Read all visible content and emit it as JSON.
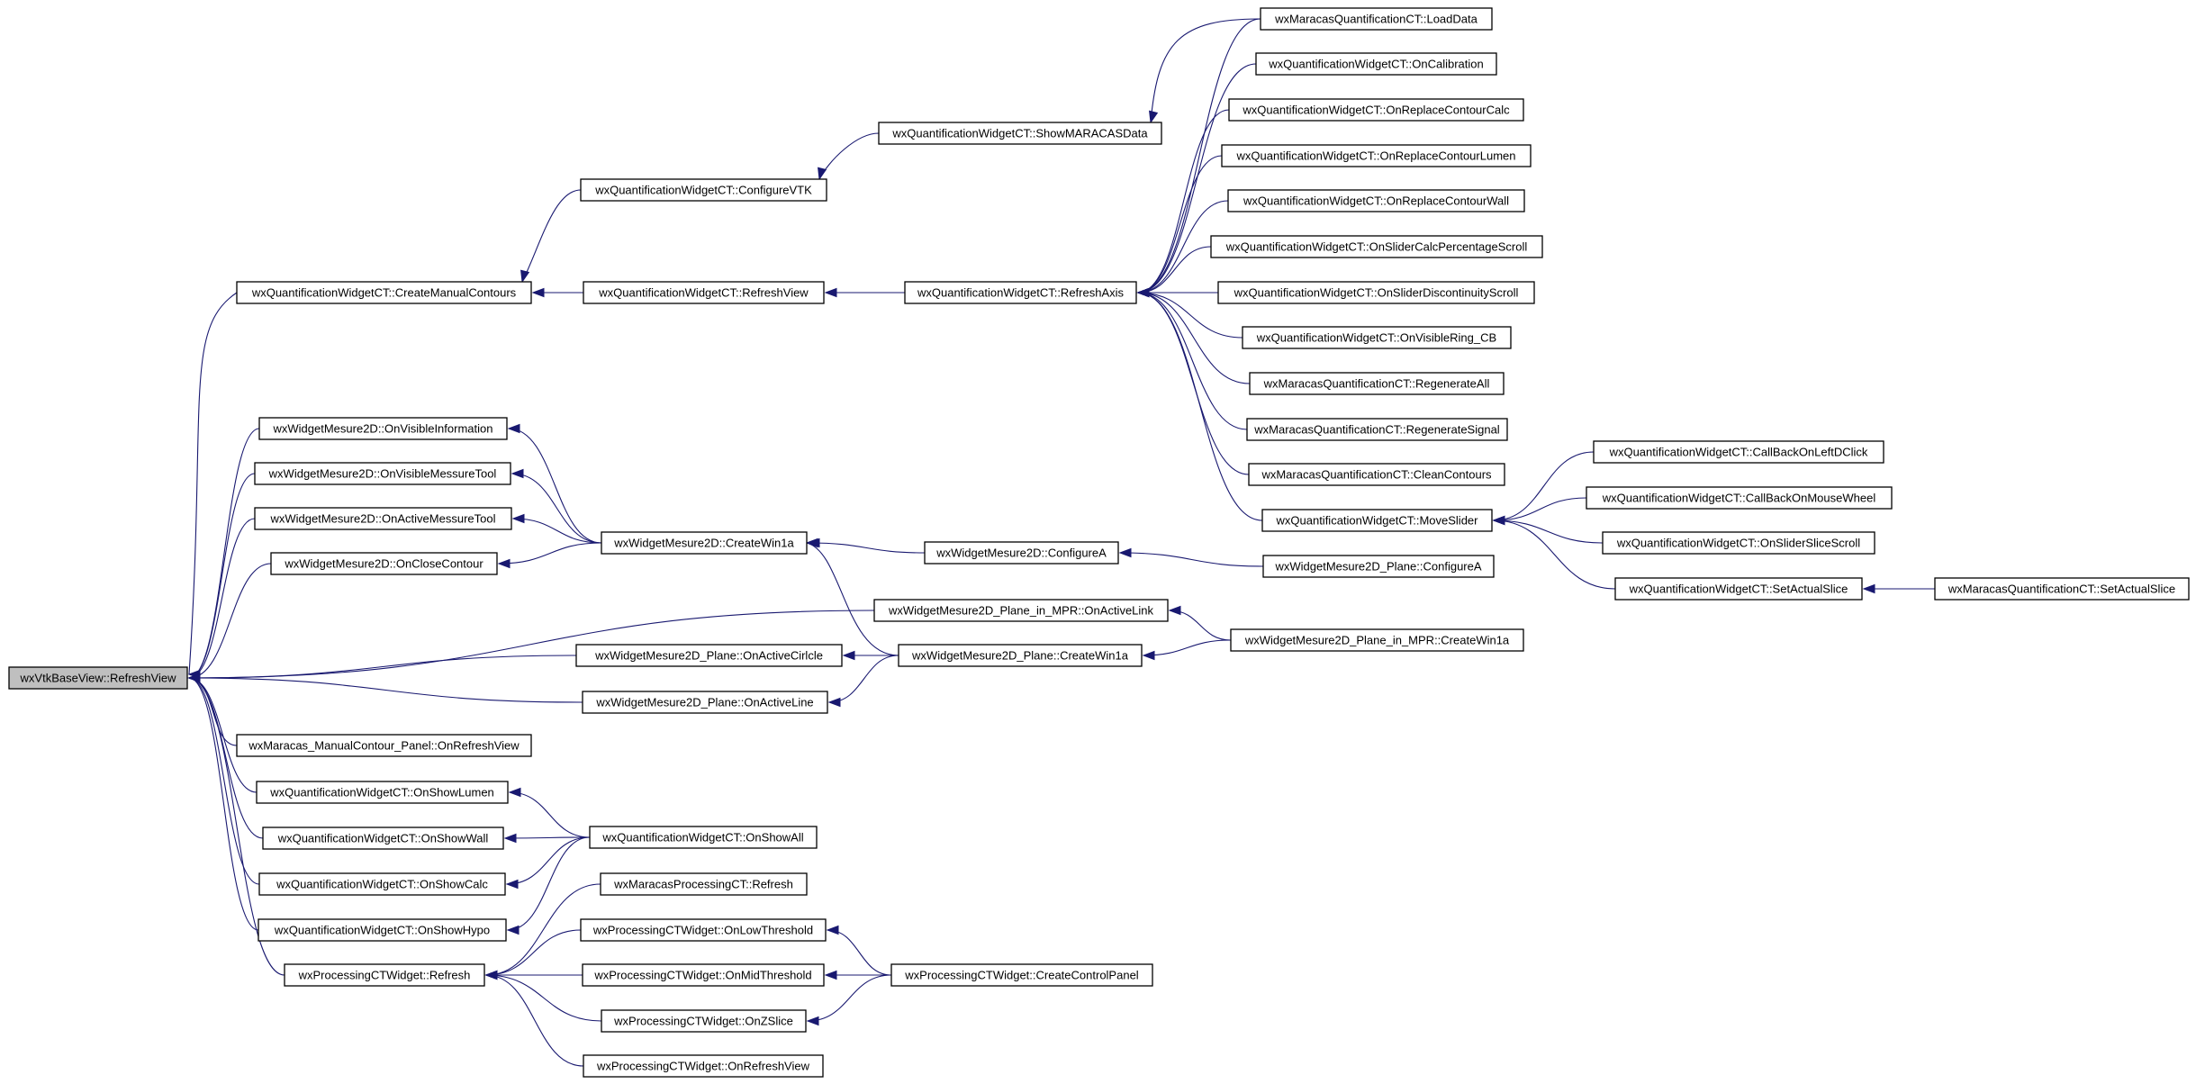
{
  "graph": {
    "nodes": [
      {
        "id": "root",
        "label": "wxVtkBaseView::RefreshView",
        "root": true
      },
      {
        "id": "createManualContours",
        "label": "wxQuantificationWidgetCT::CreateManualContours"
      },
      {
        "id": "configureVTK",
        "label": "wxQuantificationWidgetCT::ConfigureVTK"
      },
      {
        "id": "refreshViewQ",
        "label": "wxQuantificationWidgetCT::RefreshView"
      },
      {
        "id": "showMARACAS",
        "label": "wxQuantificationWidgetCT::ShowMARACASData"
      },
      {
        "id": "refreshAxis",
        "label": "wxQuantificationWidgetCT::RefreshAxis"
      },
      {
        "id": "loadData",
        "label": "wxMaracasQuantificationCT::LoadData"
      },
      {
        "id": "onCalibration",
        "label": "wxQuantificationWidgetCT::OnCalibration"
      },
      {
        "id": "onReplaceCalc",
        "label": "wxQuantificationWidgetCT::OnReplaceContourCalc"
      },
      {
        "id": "onReplaceLumen",
        "label": "wxQuantificationWidgetCT::OnReplaceContourLumen"
      },
      {
        "id": "onReplaceWall",
        "label": "wxQuantificationWidgetCT::OnReplaceContourWall"
      },
      {
        "id": "onSliderCalcPct",
        "label": "wxQuantificationWidgetCT::OnSliderCalcPercentageScroll"
      },
      {
        "id": "onSliderDisc",
        "label": "wxQuantificationWidgetCT::OnSliderDiscontinuityScroll"
      },
      {
        "id": "onVisibleRing",
        "label": "wxQuantificationWidgetCT::OnVisibleRing_CB"
      },
      {
        "id": "regenAll",
        "label": "wxMaracasQuantificationCT::RegenerateAll"
      },
      {
        "id": "regenSignal",
        "label": "wxMaracasQuantificationCT::RegenerateSignal"
      },
      {
        "id": "cleanContours",
        "label": "wxMaracasQuantificationCT::CleanContours"
      },
      {
        "id": "moveSlider",
        "label": "wxQuantificationWidgetCT::MoveSlider"
      },
      {
        "id": "cbLeftDClick",
        "label": "wxQuantificationWidgetCT::CallBackOnLeftDClick"
      },
      {
        "id": "cbMouseWheel",
        "label": "wxQuantificationWidgetCT::CallBackOnMouseWheel"
      },
      {
        "id": "onSliderSlice",
        "label": "wxQuantificationWidgetCT::OnSliderSliceScroll"
      },
      {
        "id": "setActualSliceQ",
        "label": "wxQuantificationWidgetCT::SetActualSlice"
      },
      {
        "id": "setActualSliceM",
        "label": "wxMaracasQuantificationCT::SetActualSlice"
      },
      {
        "id": "onVisibleInfo",
        "label": "wxWidgetMesure2D::OnVisibleInformation"
      },
      {
        "id": "onVisibleMesTool",
        "label": "wxWidgetMesure2D::OnVisibleMessureTool"
      },
      {
        "id": "onActiveMesTool",
        "label": "wxWidgetMesure2D::OnActiveMessureTool"
      },
      {
        "id": "onCloseContour",
        "label": "wxWidgetMesure2D::OnCloseContour"
      },
      {
        "id": "createWin1a",
        "label": "wxWidgetMesure2D::CreateWin1a"
      },
      {
        "id": "configureA",
        "label": "wxWidgetMesure2D::ConfigureA"
      },
      {
        "id": "planeConfigureA",
        "label": "wxWidgetMesure2D_Plane::ConfigureA"
      },
      {
        "id": "mprOnActiveLink",
        "label": "wxWidgetMesure2D_Plane_in_MPR::OnActiveLink"
      },
      {
        "id": "mprCreateWin1a",
        "label": "wxWidgetMesure2D_Plane_in_MPR::CreateWin1a"
      },
      {
        "id": "planeOnActiveCircle",
        "label": "wxWidgetMesure2D_Plane::OnActiveCirlcle"
      },
      {
        "id": "planeCreateWin1a",
        "label": "wxWidgetMesure2D_Plane::CreateWin1a"
      },
      {
        "id": "planeOnActiveLine",
        "label": "wxWidgetMesure2D_Plane::OnActiveLine"
      },
      {
        "id": "manualContourRefresh",
        "label": "wxMaracas_ManualContour_Panel::OnRefreshView"
      },
      {
        "id": "onShowLumen",
        "label": "wxQuantificationWidgetCT::OnShowLumen"
      },
      {
        "id": "onShowAll",
        "label": "wxQuantificationWidgetCT::OnShowAll"
      },
      {
        "id": "onShowWall",
        "label": "wxQuantificationWidgetCT::OnShowWall"
      },
      {
        "id": "onShowCalc",
        "label": "wxQuantificationWidgetCT::OnShowCalc"
      },
      {
        "id": "onShowHypo",
        "label": "wxQuantificationWidgetCT::OnShowHypo"
      },
      {
        "id": "procRefresh",
        "label": "wxProcessingCTWidget::Refresh"
      },
      {
        "id": "maracasProcRefresh",
        "label": "wxMaracasProcessingCT::Refresh"
      },
      {
        "id": "onLowThreshold",
        "label": "wxProcessingCTWidget::OnLowThreshold"
      },
      {
        "id": "onMidThreshold",
        "label": "wxProcessingCTWidget::OnMidThreshold"
      },
      {
        "id": "createControlPanel",
        "label": "wxProcessingCTWidget::CreateControlPanel"
      },
      {
        "id": "onZSlice",
        "label": "wxProcessingCTWidget::OnZSlice"
      },
      {
        "id": "procOnRefreshView",
        "label": "wxProcessingCTWidget::OnRefreshView"
      }
    ],
    "edges": [
      {
        "from": "createManualContours",
        "to": "root"
      },
      {
        "from": "onVisibleInfo",
        "to": "root"
      },
      {
        "from": "onVisibleMesTool",
        "to": "root"
      },
      {
        "from": "onActiveMesTool",
        "to": "root"
      },
      {
        "from": "onCloseContour",
        "to": "root"
      },
      {
        "from": "mprOnActiveLink",
        "to": "root"
      },
      {
        "from": "planeOnActiveCircle",
        "to": "root"
      },
      {
        "from": "planeOnActiveLine",
        "to": "root"
      },
      {
        "from": "manualContourRefresh",
        "to": "root"
      },
      {
        "from": "onShowLumen",
        "to": "root"
      },
      {
        "from": "onShowWall",
        "to": "root"
      },
      {
        "from": "onShowCalc",
        "to": "root"
      },
      {
        "from": "onShowHypo",
        "to": "root"
      },
      {
        "from": "procRefresh",
        "to": "root"
      },
      {
        "from": "configureVTK",
        "to": "createManualContours"
      },
      {
        "from": "refreshViewQ",
        "to": "createManualContours"
      },
      {
        "from": "showMARACAS",
        "to": "configureVTK"
      },
      {
        "from": "refreshAxis",
        "to": "refreshViewQ"
      },
      {
        "from": "loadData",
        "to": "showMARACAS"
      },
      {
        "from": "loadData",
        "to": "refreshAxis"
      },
      {
        "from": "onCalibration",
        "to": "refreshAxis"
      },
      {
        "from": "onReplaceCalc",
        "to": "refreshAxis"
      },
      {
        "from": "onReplaceLumen",
        "to": "refreshAxis"
      },
      {
        "from": "onReplaceWall",
        "to": "refreshAxis"
      },
      {
        "from": "onSliderCalcPct",
        "to": "refreshAxis"
      },
      {
        "from": "onSliderDisc",
        "to": "refreshAxis"
      },
      {
        "from": "onVisibleRing",
        "to": "refreshAxis"
      },
      {
        "from": "regenAll",
        "to": "refreshAxis"
      },
      {
        "from": "regenSignal",
        "to": "refreshAxis"
      },
      {
        "from": "cleanContours",
        "to": "refreshAxis"
      },
      {
        "from": "moveSlider",
        "to": "refreshAxis"
      },
      {
        "from": "cbLeftDClick",
        "to": "moveSlider"
      },
      {
        "from": "cbMouseWheel",
        "to": "moveSlider"
      },
      {
        "from": "onSliderSlice",
        "to": "moveSlider"
      },
      {
        "from": "setActualSliceQ",
        "to": "moveSlider"
      },
      {
        "from": "setActualSliceM",
        "to": "setActualSliceQ"
      },
      {
        "from": "createWin1a",
        "to": "onVisibleInfo"
      },
      {
        "from": "createWin1a",
        "to": "onVisibleMesTool"
      },
      {
        "from": "createWin1a",
        "to": "onActiveMesTool"
      },
      {
        "from": "createWin1a",
        "to": "onCloseContour"
      },
      {
        "from": "configureA",
        "to": "createWin1a"
      },
      {
        "from": "planeCreateWin1a",
        "to": "createWin1a"
      },
      {
        "from": "planeConfigureA",
        "to": "configureA"
      },
      {
        "from": "mprCreateWin1a",
        "to": "mprOnActiveLink"
      },
      {
        "from": "mprCreateWin1a",
        "to": "planeCreateWin1a"
      },
      {
        "from": "planeCreateWin1a",
        "to": "planeOnActiveCircle"
      },
      {
        "from": "planeCreateWin1a",
        "to": "planeOnActiveLine"
      },
      {
        "from": "onShowAll",
        "to": "onShowLumen"
      },
      {
        "from": "onShowAll",
        "to": "onShowWall"
      },
      {
        "from": "onShowAll",
        "to": "onShowCalc"
      },
      {
        "from": "onShowAll",
        "to": "onShowHypo"
      },
      {
        "from": "maracasProcRefresh",
        "to": "procRefresh"
      },
      {
        "from": "onLowThreshold",
        "to": "procRefresh"
      },
      {
        "from": "onMidThreshold",
        "to": "procRefresh"
      },
      {
        "from": "onZSlice",
        "to": "procRefresh"
      },
      {
        "from": "procOnRefreshView",
        "to": "procRefresh"
      },
      {
        "from": "createControlPanel",
        "to": "onLowThreshold"
      },
      {
        "from": "createControlPanel",
        "to": "onMidThreshold"
      },
      {
        "from": "createControlPanel",
        "to": "onZSlice"
      }
    ]
  }
}
